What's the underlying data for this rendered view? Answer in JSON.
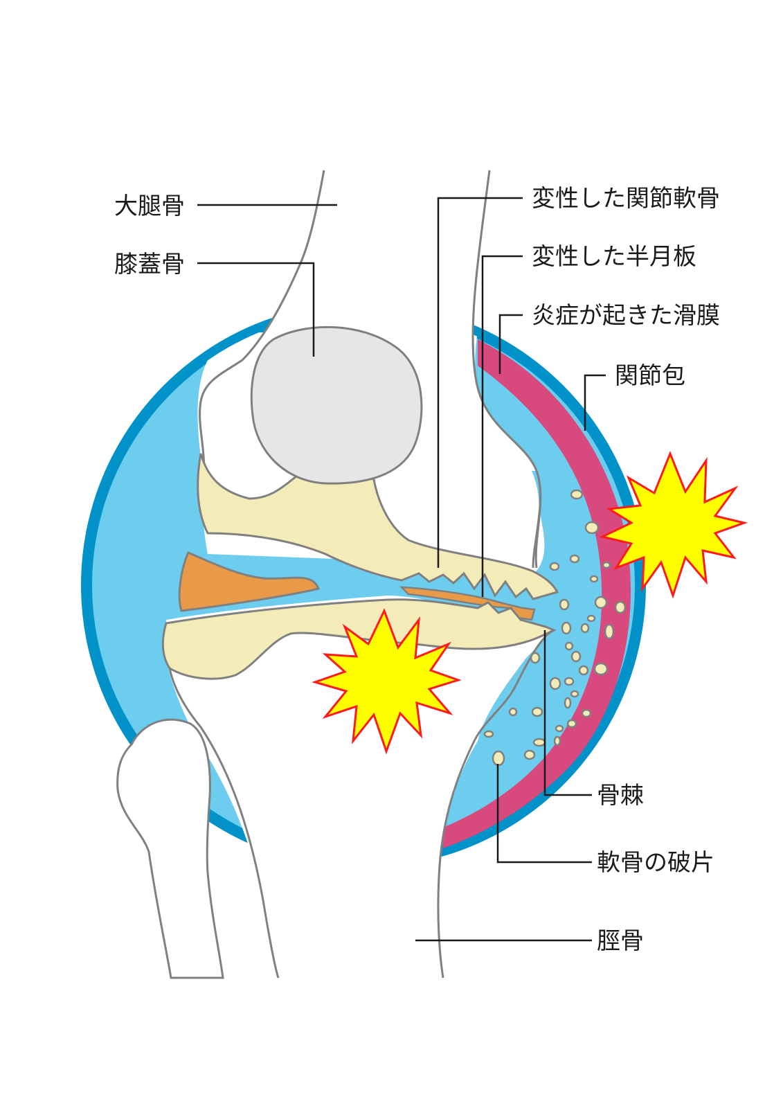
{
  "labels": {
    "femur": "大腿骨",
    "patella": "膝蓋骨",
    "degenerated_cartilage": "変性した関節軟骨",
    "degenerated_meniscus": "変性した半月板",
    "inflamed_synovium": "炎症が起きた滑膜",
    "joint_capsule": "関節包",
    "osteophyte": "骨棘",
    "cartilage_fragments": "軟骨の破片",
    "tibia": "脛骨"
  },
  "colors": {
    "joint_capsule": "#0092c8",
    "synovial_fluid": "#6ccdee",
    "inflamed_synovium": "#d84a7e",
    "cartilage": "#f3ebb8",
    "meniscus": "#e89a48",
    "patella": "#e6e6e6",
    "pain_burst": "#ffff00",
    "pain_burst_edge": "#ff1a1a",
    "inflammation_glow": "#ff6b6b"
  }
}
